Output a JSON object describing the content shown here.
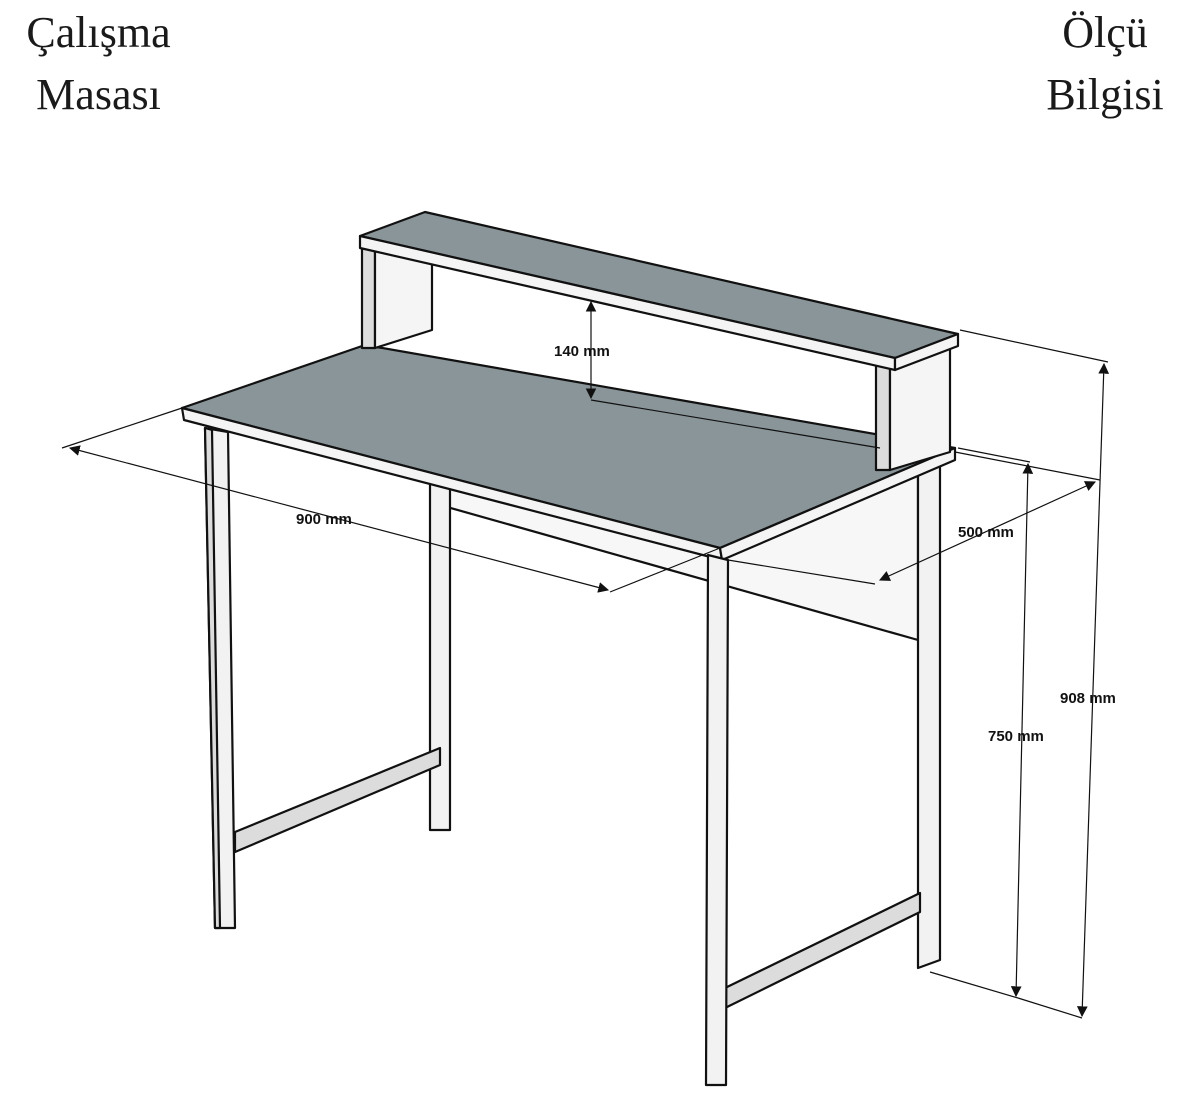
{
  "title_left": {
    "line1": "Çalışma",
    "line2": "Masası"
  },
  "title_right": {
    "line1": "Ölçü",
    "line2": "Bilgisi"
  },
  "dimensions": {
    "shelf_height": "140 mm",
    "width": "900 mm",
    "depth": "500 mm",
    "desk_height": "750 mm",
    "total_height": "908 mm"
  },
  "colors": {
    "surface": "#8a9599",
    "side": "#dcdcdc",
    "edge": "#f4f4f4",
    "line": "#111111"
  }
}
